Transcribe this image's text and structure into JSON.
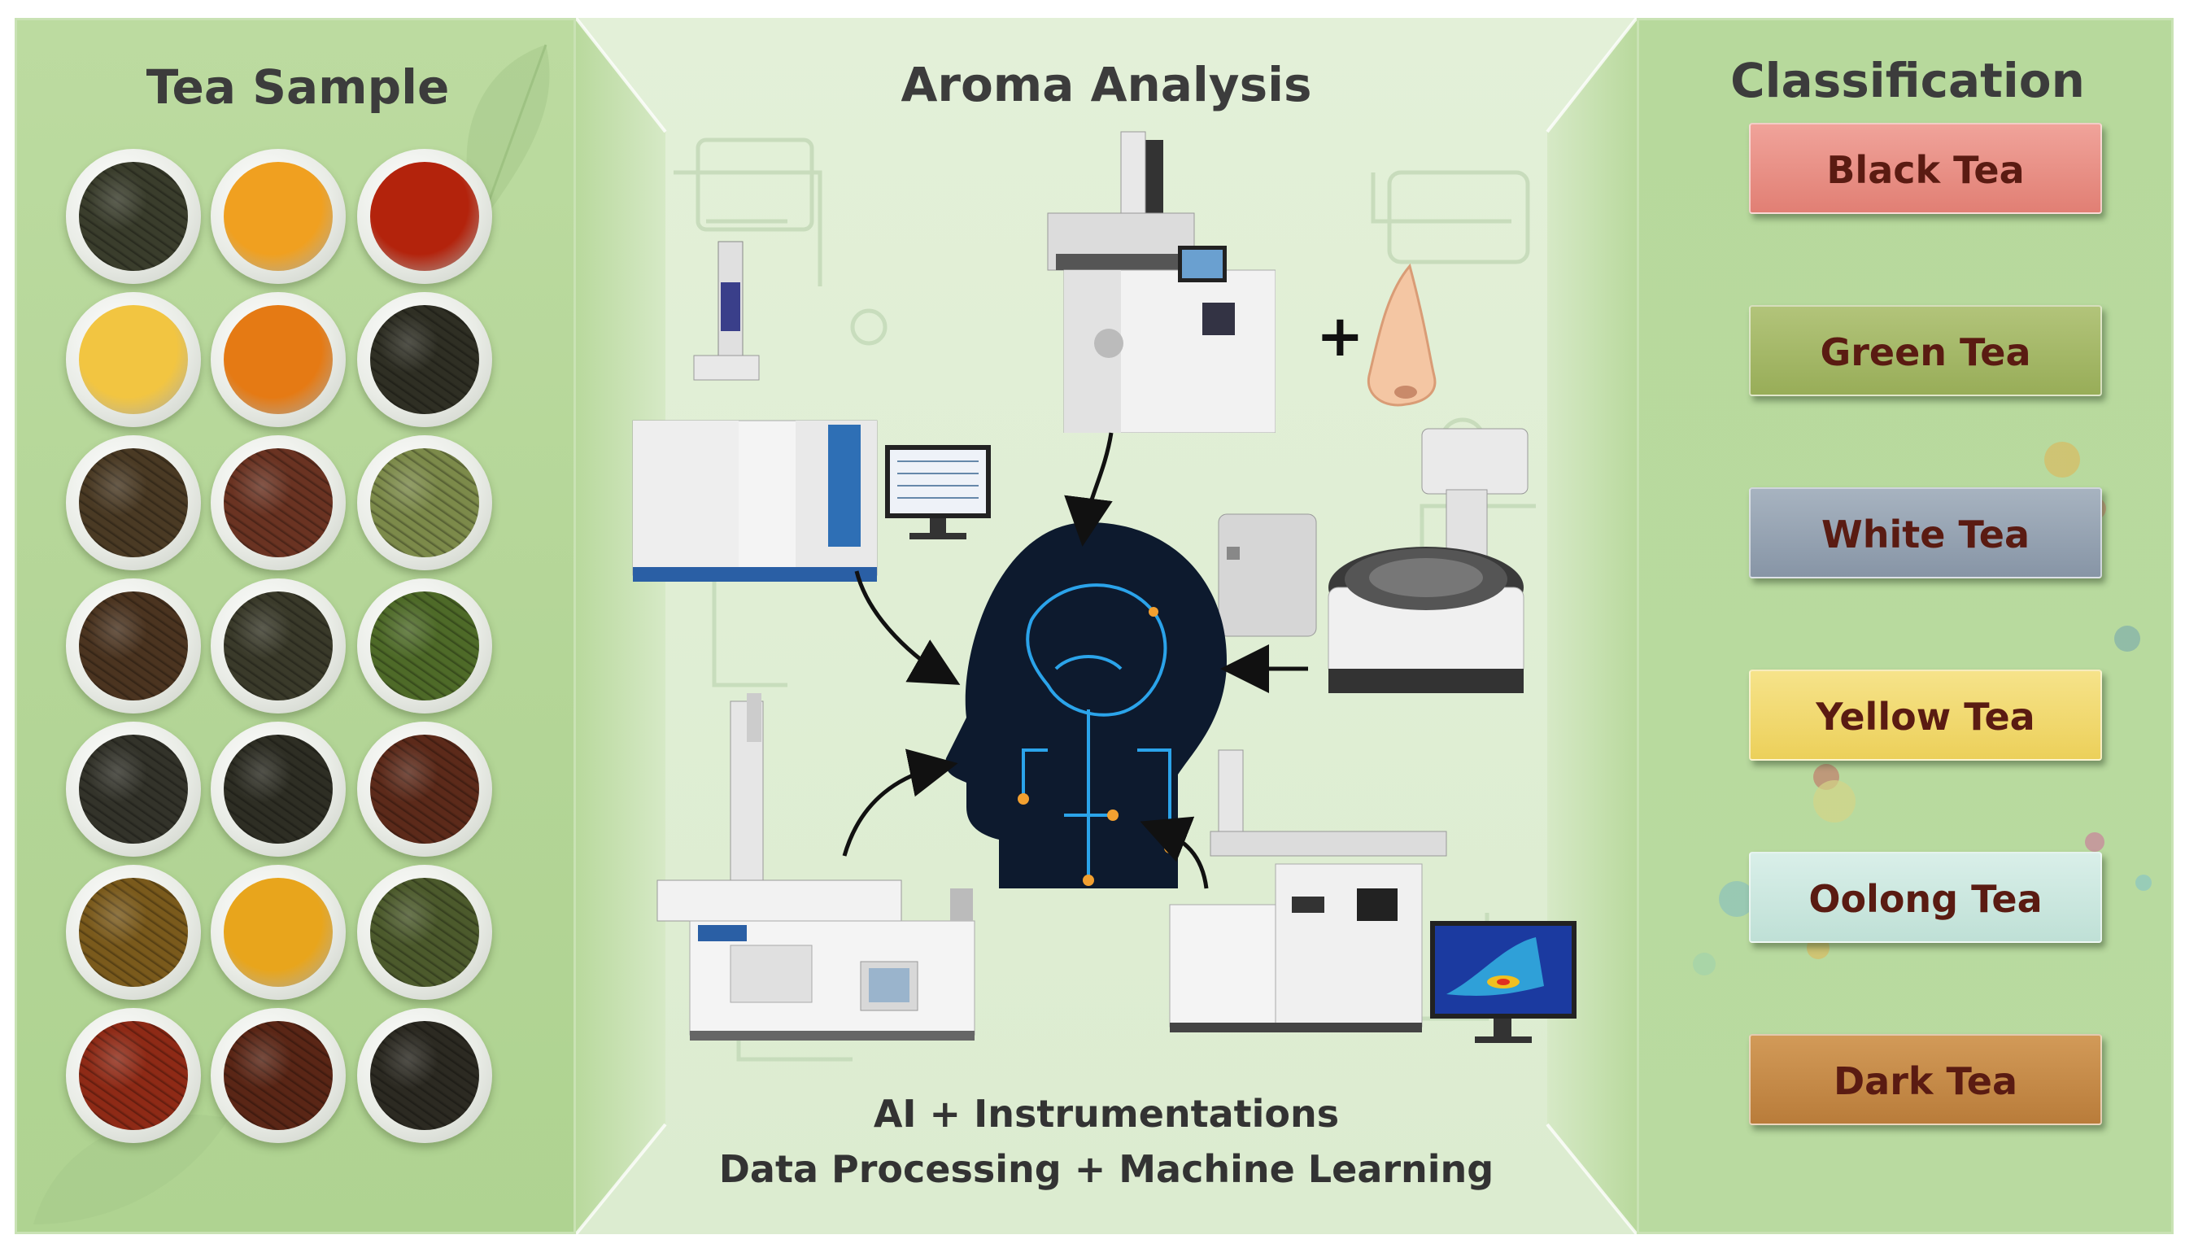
{
  "tea_sample": {
    "title": "Tea Sample",
    "bowls": [
      {
        "icon": "dark-leaf-icon",
        "color": "#3a3d2c"
      },
      {
        "icon": "amber-liquor-icon",
        "color": "#f0a020"
      },
      {
        "icon": "red-liquor-icon",
        "color": "#b3230c"
      },
      {
        "icon": "yellow-liquor-icon",
        "color": "#f2c541"
      },
      {
        "icon": "orange-liquor-icon",
        "color": "#e57a14"
      },
      {
        "icon": "dark-leaf-icon",
        "color": "#2f2f24"
      },
      {
        "icon": "mixed-leaf-icon",
        "color": "#4a3a24"
      },
      {
        "icon": "fruit-leaf-icon",
        "color": "#6a3322"
      },
      {
        "icon": "green-leaf-icon",
        "color": "#7c8a4a"
      },
      {
        "icon": "brown-leaf-icon",
        "color": "#4b3420"
      },
      {
        "icon": "dark-leaf-icon",
        "color": "#3a3a2a"
      },
      {
        "icon": "green-leaf-icon",
        "color": "#4e6a28"
      },
      {
        "icon": "dark-leaf-icon",
        "color": "#33332a"
      },
      {
        "icon": "dark-leaf-icon",
        "color": "#2e2e24"
      },
      {
        "icon": "red-leaf-icon",
        "color": "#5c2a1a"
      },
      {
        "icon": "flower-leaf-icon",
        "color": "#7a5a1c"
      },
      {
        "icon": "amber-liquor-icon",
        "color": "#e8a51c"
      },
      {
        "icon": "green-leaf-icon",
        "color": "#4c5a2c"
      },
      {
        "icon": "petal-icon",
        "color": "#8e2a16"
      },
      {
        "icon": "berry-leaf-icon",
        "color": "#5a2616"
      },
      {
        "icon": "dark-leaf-icon",
        "color": "#2c2a22"
      }
    ]
  },
  "aroma_analysis": {
    "title": "Aroma Analysis",
    "plus_sign": "+",
    "caption_line1": "AI + Instrumentations",
    "caption_line2": "Data Processing + Machine Learning"
  },
  "classification": {
    "title": "Classification",
    "items": [
      {
        "label": "Black Tea",
        "color": "#f0a39a",
        "color2": "#e17f74"
      },
      {
        "label": "Green Tea",
        "color": "#b2c47a",
        "color2": "#98ad58"
      },
      {
        "label": "White Tea",
        "color": "#a7b3c0",
        "color2": "#8795a6"
      },
      {
        "label": "Yellow Tea",
        "color": "#f6e38a",
        "color2": "#ecd05a"
      },
      {
        "label": "Oolong Tea",
        "color": "#d9efe9",
        "color2": "#bfe0d6"
      },
      {
        "label": "Dark Tea",
        "color": "#d29a58",
        "color2": "#b97c3a"
      }
    ]
  }
}
